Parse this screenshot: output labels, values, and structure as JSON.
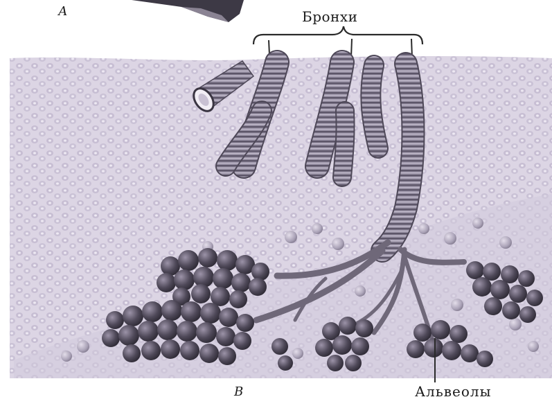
{
  "labels": {
    "panel_a": "А",
    "bronchi": "Бронхи",
    "panel_b": "В",
    "alveoli": "Альвеолы"
  },
  "colors": {
    "tissue": "#d9d2e2",
    "tissue_pattern": "#b7adc6",
    "tube": "#8d8698",
    "tube_dark": "#4e4858",
    "alveoli": "#4a4553",
    "alveoli_light": "#a79fb4",
    "line": "#2a2a2a"
  }
}
